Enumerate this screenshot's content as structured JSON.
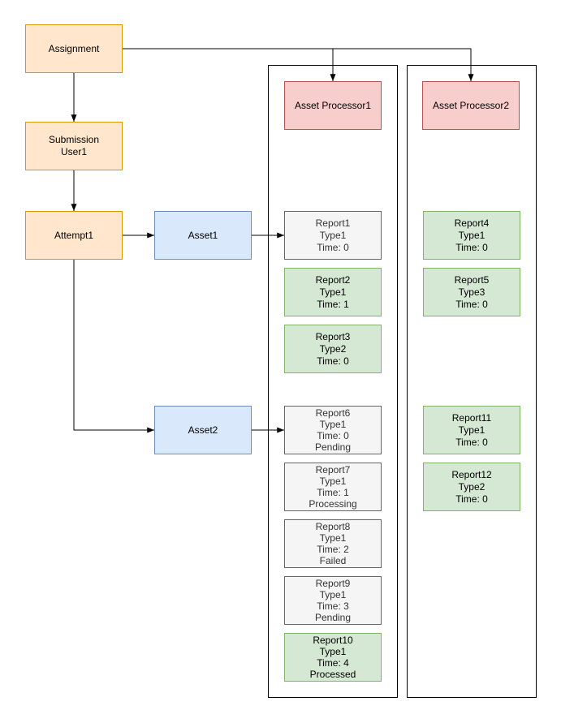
{
  "diagram": {
    "nodes": {
      "assignment": {
        "lines": [
          "Assignment"
        ]
      },
      "submission_user1": {
        "lines": [
          "Submission",
          "User1"
        ]
      },
      "attempt1": {
        "lines": [
          "Attempt1"
        ]
      },
      "asset1": {
        "lines": [
          "Asset1"
        ]
      },
      "asset2": {
        "lines": [
          "Asset2"
        ]
      },
      "asset_processor1": {
        "lines": [
          "Asset Processor1"
        ]
      },
      "asset_processor2": {
        "lines": [
          "Asset Processor2"
        ]
      },
      "report1": {
        "lines": [
          "Report1",
          "Type1",
          "Time: 0"
        ]
      },
      "report2": {
        "lines": [
          "Report2",
          "Type1",
          "Time: 1"
        ]
      },
      "report3": {
        "lines": [
          "Report3",
          "Type2",
          "Time: 0"
        ]
      },
      "report4": {
        "lines": [
          "Report4",
          "Type1",
          "Time: 0"
        ]
      },
      "report5": {
        "lines": [
          "Report5",
          "Type3",
          "Time: 0"
        ]
      },
      "report6": {
        "lines": [
          "Report6",
          "Type1",
          "Time: 0",
          "Pending"
        ]
      },
      "report7": {
        "lines": [
          "Report7",
          "Type1",
          "Time: 1",
          "Processing"
        ]
      },
      "report8": {
        "lines": [
          "Report8",
          "Type1",
          "Time: 2",
          "Failed"
        ]
      },
      "report9": {
        "lines": [
          "Report9",
          "Type1",
          "Time: 3",
          "Pending"
        ]
      },
      "report10": {
        "lines": [
          "Report10",
          "Type1",
          "Time: 4",
          "Processed"
        ]
      },
      "report11": {
        "lines": [
          "Report11",
          "Type1",
          "Time: 0"
        ]
      },
      "report12": {
        "lines": [
          "Report12",
          "Type2",
          "Time: 0"
        ]
      }
    },
    "colors": {
      "orange_fill": "#FFE6CC",
      "orange_stroke": "#D79B00",
      "blue_fill": "#DAE8FC",
      "blue_stroke": "#6C8EBF",
      "red_fill": "#F8CECC",
      "red_stroke": "#B85450",
      "green_fill": "#D5E8D4",
      "green_stroke": "#82B366",
      "gray_fill": "#F5F5F5",
      "gray_stroke": "#666666",
      "gray_text": "#333333",
      "container_stroke": "#000000",
      "connector": "#000000",
      "background": "#FFFFFF"
    }
  }
}
